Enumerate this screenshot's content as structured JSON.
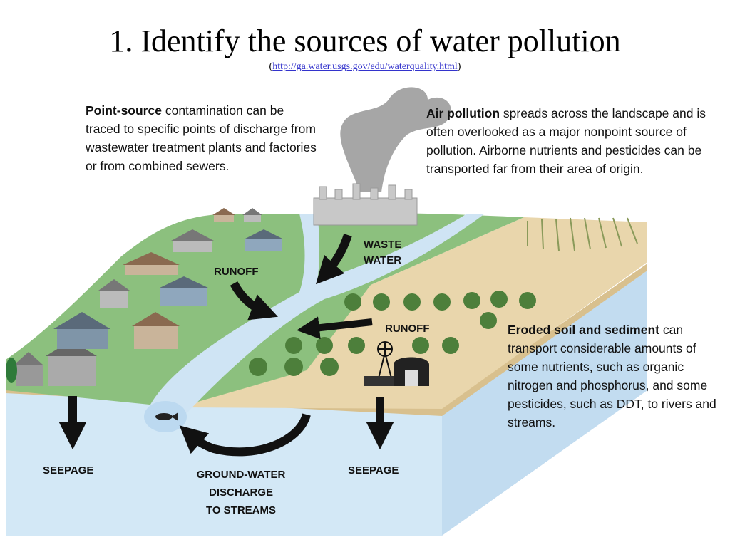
{
  "title": "1. Identify the sources of water pollution",
  "source_url": "http://ga.water.usgs.gov/edu/waterquality.html",
  "notes": {
    "point_source": {
      "lead": "Point-source",
      "text": " contamination can be traced to specific points of discharge from wastewater treatment plants and factories or from combined sewers."
    },
    "air_pollution": {
      "lead": "Air pollution",
      "text": " spreads across the landscape and is often overlooked as a major nonpoint source of pollution. Airborne nutrients and pesticides can be transported far from their area of origin."
    },
    "eroded_soil": {
      "lead": "Eroded soil and sediment",
      "text": " can transport considerable amounts of some nutrients, such as organic nitrogen and phosphorus, and some pesticides, such as DDT, to rivers and streams."
    }
  },
  "labels": {
    "runoff_left": "RUNOFF",
    "waste": "WASTE",
    "water": "WATER",
    "runoff_right": "RUNOFF",
    "seepage_left": "SEEPAGE",
    "seepage_right": "SEEPAGE",
    "gw_line1": "GROUND-WATER",
    "gw_line2": "DISCHARGE",
    "gw_line3": "TO STREAMS"
  },
  "colors": {
    "land": "#8cc07e",
    "field": "#e9d6ac",
    "soil": "#d8c08e",
    "groundwater": "#d3e8f6",
    "stream": "#cfe4f4",
    "smoke": "#a6a6a6",
    "factory": "#c8c8c8",
    "arrow": "#111111"
  }
}
